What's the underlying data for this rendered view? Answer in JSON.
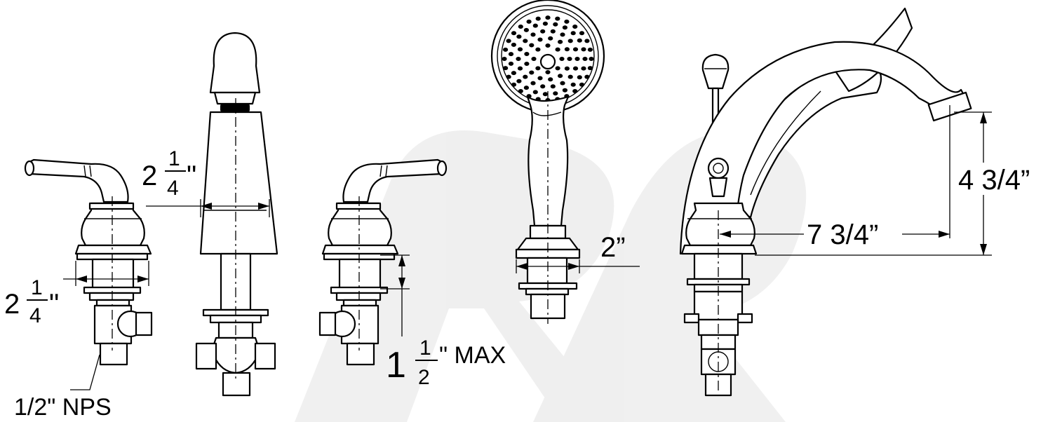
{
  "dimensions": {
    "left_valve_width": {
      "whole": "2",
      "num": "1",
      "den": "4",
      "mark": "\""
    },
    "spout_width": {
      "whole": "2",
      "num": "1",
      "den": "4",
      "mark": "\""
    },
    "right_valve_max": {
      "whole": "1",
      "num": "1",
      "den": "2",
      "mark": "\" MAX"
    },
    "handshower_width": "2”",
    "tub_spout_reach": "7 3/4”",
    "tub_spout_height": "4 3/4”",
    "connection": "1/2\" NPS"
  }
}
